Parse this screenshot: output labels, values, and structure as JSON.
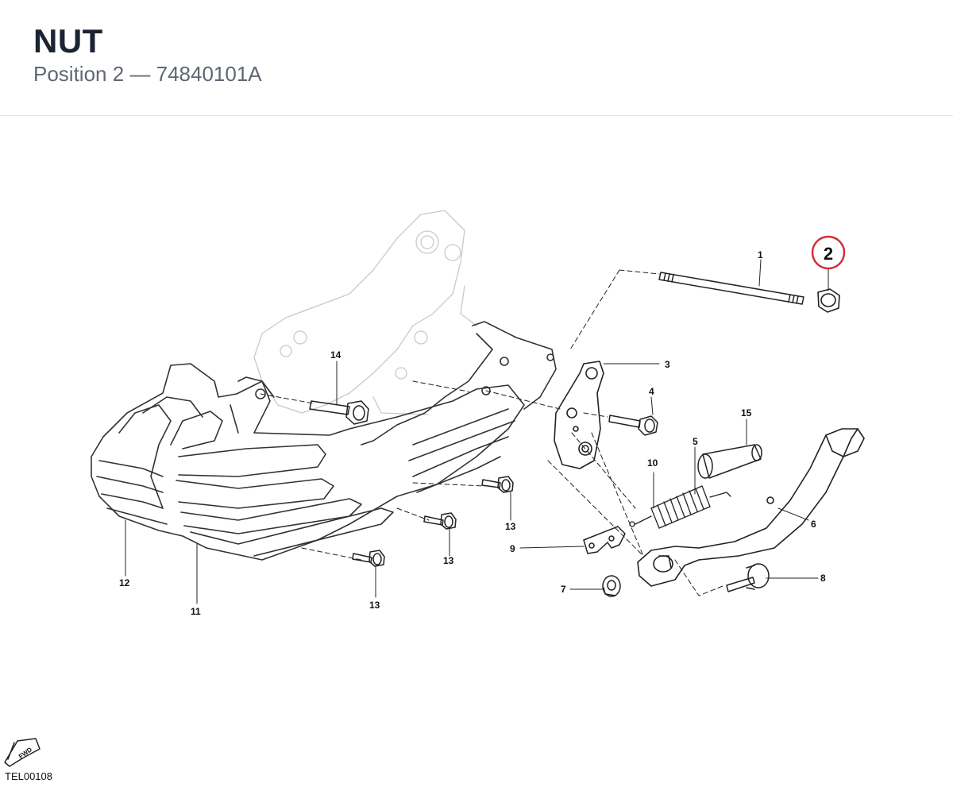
{
  "header": {
    "title": "NUT",
    "subtitle": "Position 2 — 74840101A"
  },
  "diagram": {
    "highlighted_callout": "2",
    "highlight_color": "#d62d3a",
    "callouts": {
      "c1": "1",
      "c2": "2",
      "c3": "3",
      "c4": "4",
      "c5": "5",
      "c6": "6",
      "c7": "7",
      "c8": "8",
      "c9": "9",
      "c10": "10",
      "c11": "11",
      "c12": "12",
      "c13a": "13",
      "c13b": "13",
      "c13c": "13",
      "c14": "14",
      "c15": "15"
    },
    "fwd_label": "FWD",
    "drawing_code": "TEL00108"
  }
}
